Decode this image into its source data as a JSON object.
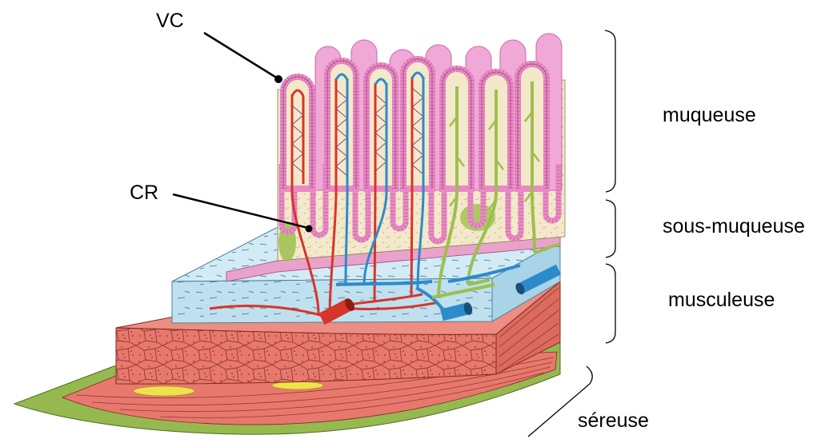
{
  "labels": {
    "vc": "VC",
    "cr": "CR",
    "muqueuse": "muqueuse",
    "sous_muqueuse": "sous-muqueuse",
    "musculeuse": "musculeuse",
    "sereuse": "séreuse"
  },
  "colors": {
    "epithelium": "#e98ac5",
    "back-villi": "#f0a8d6",
    "lamina": "#f3e8c9",
    "submucosa": "#bfe0ee",
    "muscle": "#e8786d",
    "artery": "#d7352b",
    "vein": "#2c8bcb",
    "lymph": "#9cc04e",
    "serosa": "#95b94f"
  }
}
